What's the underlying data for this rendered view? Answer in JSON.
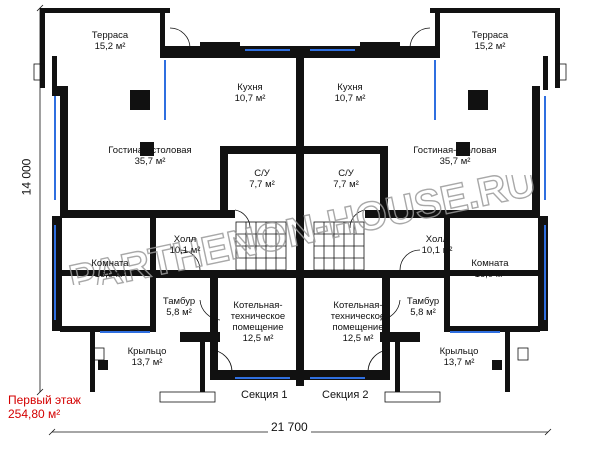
{
  "plan": {
    "rooms": [
      {
        "id": "terrace-left",
        "name": "Терраса",
        "area": "15,2 м²"
      },
      {
        "id": "terrace-right",
        "name": "Терраса",
        "area": "15,2 м²"
      },
      {
        "id": "kitchen-left",
        "name": "Кухня",
        "area": "10,7 м²"
      },
      {
        "id": "kitchen-right",
        "name": "Кухня",
        "area": "10,7 м²"
      },
      {
        "id": "living-left",
        "name": "Гостиная-столовая",
        "area": "35,7 м²"
      },
      {
        "id": "living-right",
        "name": "Гостиная-столовая",
        "area": "35,7 м²"
      },
      {
        "id": "wc-left",
        "name": "С/У",
        "area": "7,7 м²"
      },
      {
        "id": "wc-right",
        "name": "С/У",
        "area": "7,7 м²"
      },
      {
        "id": "hall-left",
        "name": "Холл",
        "area": "10,1 м²"
      },
      {
        "id": "hall-right",
        "name": "Холл",
        "area": "10,1 м²"
      },
      {
        "id": "room-left",
        "name": "Комната",
        "area": "16,0 м²"
      },
      {
        "id": "room-right",
        "name": "Комната",
        "area": "16,0 м²"
      },
      {
        "id": "vestibule-left",
        "name": "Тамбур",
        "area": "5,8 м²"
      },
      {
        "id": "vestibule-right",
        "name": "Тамбур",
        "area": "5,8 м²"
      },
      {
        "id": "boiler-left",
        "name": "Котельная-\nтехническое\nпомещение",
        "area": "12,5 м²"
      },
      {
        "id": "boiler-right",
        "name": "Котельная-\nтехническое\nпомещение",
        "area": "12,5 м²"
      },
      {
        "id": "porch-left",
        "name": "Крыльцо",
        "area": "13,7 м²"
      },
      {
        "id": "porch-right",
        "name": "Крыльцо",
        "area": "13,7 м²"
      }
    ],
    "sections": [
      "Секция 1",
      "Секция 2"
    ],
    "dim_width": "21 700",
    "dim_height": "14 000",
    "floor_label": "Первый этаж",
    "floor_area": "254,80 м²",
    "watermark": "PARTHENON-HOUSE.RU"
  },
  "colors": {
    "wall": "#111111",
    "window": "#2f6fe0",
    "text": "#111111",
    "accent": "#d40000",
    "watermark": "#9a9a9a"
  }
}
